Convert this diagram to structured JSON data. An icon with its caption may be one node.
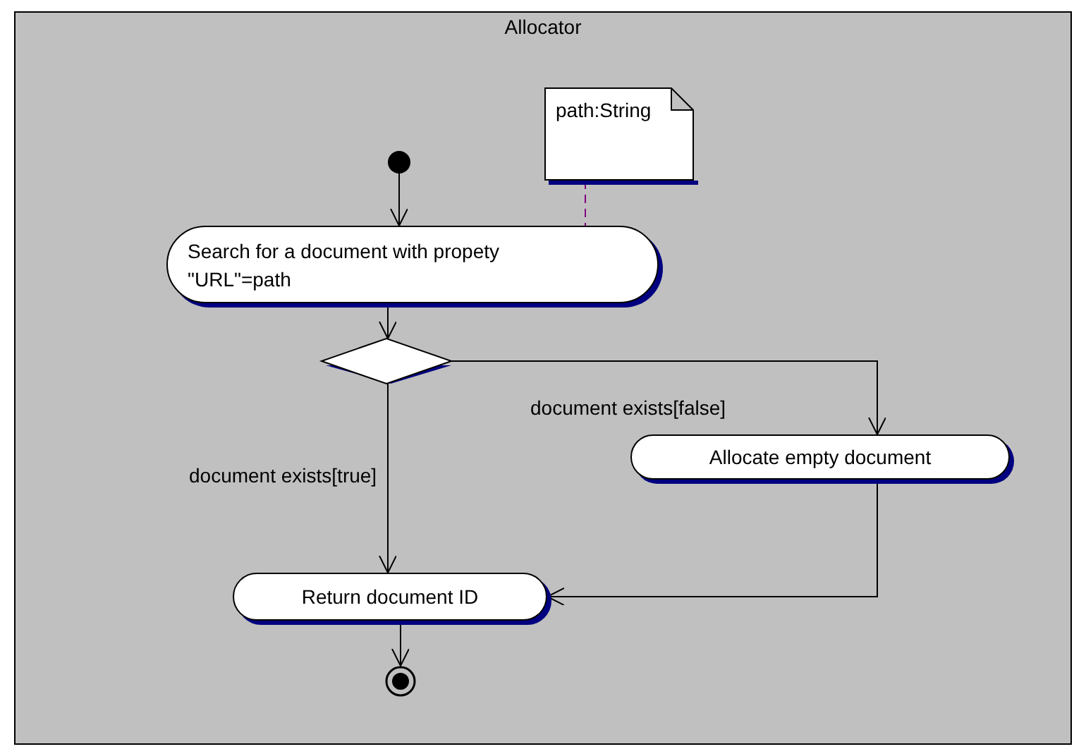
{
  "diagram": {
    "nodes": [
      {
        "text": [
          "Allocator"
        ]
      },
      {
        "text": [],
        "shape": "circle",
        "in": 0
      },
      {
        "text": [
          "path:String"
        ],
        "in": 0
      },
      {
        "text": [
          "Search for a document with propety \"URL\"=path"
        ],
        "in": 0
      },
      {
        "text": [],
        "shape": "diamond",
        "in": 0
      },
      {
        "text": [
          "Allocate empty document"
        ],
        "in": 0
      },
      {
        "text": [
          "Return document ID"
        ],
        "in": 0
      },
      {
        "text": [],
        "shape": "bullseye",
        "in": 0
      }
    ],
    "edges": [
      {
        "from": 1,
        "to": 3,
        "arrow": "to"
      },
      {
        "from": 2,
        "to": 3,
        "arrow": "none",
        "style": "dashed",
        "color": "#800080"
      },
      {
        "from": 3,
        "to": 4,
        "arrow": "to"
      },
      {
        "from": 4,
        "to": 5,
        "arrow": "to",
        "label": "document exists[false]"
      },
      {
        "from": 4,
        "to": 6,
        "arrow": "to",
        "label": "document exists[true]"
      },
      {
        "from": 5,
        "to": 6,
        "arrow": "to"
      },
      {
        "from": 6,
        "to": 7,
        "arrow": "to"
      }
    ]
  }
}
